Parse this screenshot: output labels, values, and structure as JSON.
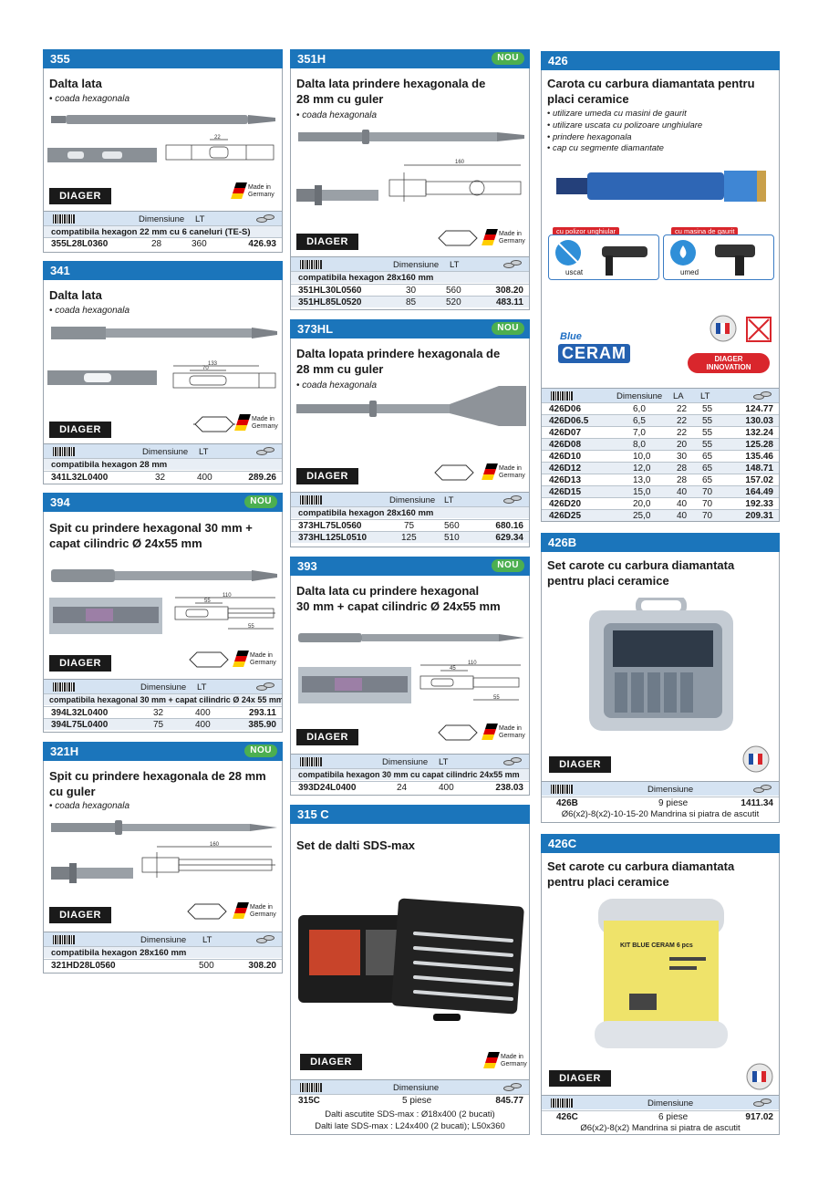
{
  "c355": {
    "code": "355",
    "title": "Dalta lata",
    "bullet": "coada hexagonala",
    "brand": "DIAGER",
    "made": [
      "Made in",
      "Germany"
    ],
    "hdr_dim": "Dimensiune",
    "hdr_lt": "LT",
    "compat": "compatibila hexagon 22 mm cu 6 caneluri (TE-S)",
    "rows": [
      {
        "code": "355L28L0360",
        "dim": "28",
        "lt": "360",
        "price": "426.93"
      }
    ]
  },
  "c341": {
    "code": "341",
    "title": "Dalta lata",
    "bullet": "coada hexagonala",
    "brand": "DIAGER",
    "made": [
      "Made in",
      "Germany"
    ],
    "hdr_dim": "Dimensiune",
    "hdr_lt": "LT",
    "compat": "compatibila hexagon 28 mm",
    "rows": [
      {
        "code": "341L32L0400",
        "dim": "32",
        "lt": "400",
        "price": "289.26"
      }
    ]
  },
  "c394": {
    "code": "394",
    "badge": "NOU",
    "title1": "Spit cu prindere hexagonal 30 mm +",
    "title2": "capat cilindric Ø 24x55 mm",
    "brand": "DIAGER",
    "made": [
      "Made in",
      "Germany"
    ],
    "hdr_dim": "Dimensiune",
    "hdr_lt": "LT",
    "compat": "compatibila hexagonal 30 mm + capat cilindric Ø 24x 55 mm",
    "rows": [
      {
        "code": "394L32L0400",
        "dim": "32",
        "lt": "400",
        "price": "293.11"
      },
      {
        "code": "394L75L0400",
        "dim": "75",
        "lt": "400",
        "price": "385.90"
      }
    ]
  },
  "c321h": {
    "code": "321H",
    "badge": "NOU",
    "title1": "Spit cu prindere hexagonala de 28 mm",
    "title2": "cu guler",
    "bullet": "coada hexagonala",
    "brand": "DIAGER",
    "made": [
      "Made in",
      "Germany"
    ],
    "hdr_dim": "Dimensiune",
    "hdr_lt": "LT",
    "compat": "compatibila hexagon 28x160 mm",
    "rows": [
      {
        "code": "321HD28L0560",
        "dim": "",
        "lt": "500",
        "price": "308.20"
      }
    ]
  },
  "c351h": {
    "code": "351H",
    "badge": "NOU",
    "title1": "Dalta lata prindere hexagonala de",
    "title2": "28 mm cu guler",
    "bullet": "coada hexagonala",
    "brand": "DIAGER",
    "made": [
      "Made in",
      "Germany"
    ],
    "hdr_dim": "Dimensiune",
    "hdr_lt": "LT",
    "compat": "compatibila hexagon 28x160 mm",
    "rows": [
      {
        "code": "351HL30L0560",
        "dim": "30",
        "lt": "560",
        "price": "308.20"
      },
      {
        "code": "351HL85L0520",
        "dim": "85",
        "lt": "520",
        "price": "483.11"
      }
    ]
  },
  "c373hl": {
    "code": "373HL",
    "badge": "NOU",
    "title1": "Dalta lopata prindere hexagonala de",
    "title2": "28 mm cu guler",
    "bullet": "coada hexagonala",
    "brand": "DIAGER",
    "made": [
      "Made in",
      "Germany"
    ],
    "hdr_dim": "Dimensiune",
    "hdr_lt": "LT",
    "compat": "compatibila hexagon 28x160 mm",
    "rows": [
      {
        "code": "373HL75L0560",
        "dim": "75",
        "lt": "560",
        "price": "680.16"
      },
      {
        "code": "373HL125L0510",
        "dim": "125",
        "lt": "510",
        "price": "629.34"
      }
    ]
  },
  "c393": {
    "code": "393",
    "badge": "NOU",
    "title1": "Dalta lata cu prindere hexagonal",
    "title2": "30 mm + capat cilindric Ø 24x55 mm",
    "brand": "DIAGER",
    "made": [
      "Made in",
      "Germany"
    ],
    "hdr_dim": "Dimensiune",
    "hdr_lt": "LT",
    "compat": "compatibila hexagon 30 mm cu capat cilindric 24x55 mm",
    "rows": [
      {
        "code": "393D24L0400",
        "dim": "24",
        "lt": "400",
        "price": "238.03"
      }
    ]
  },
  "c315c": {
    "code": "315 C",
    "title": "Set de dalti SDS-max",
    "brand": "DIAGER",
    "made": [
      "Made in",
      "Germany"
    ],
    "hdr_dim": "Dimensiune",
    "rows": [
      {
        "code": "315C",
        "dim": "5 piese",
        "price": "845.77"
      }
    ],
    "note1": "Dalti ascutite SDS-max : Ø18x400 (2 bucati)",
    "note2": "Dalti late SDS-max : L24x400 (2 bucati); L50x360"
  },
  "c426": {
    "code": "426",
    "title1": "Carota cu carbura diamantata pentru",
    "title2": "placi ceramice",
    "bullets": [
      "utilizare umeda cu masini de gaurit",
      "utilizare uscata cu polizoare unghiulare",
      "prindere hexagonala",
      "cap cu segmente diamantate"
    ],
    "tag_angle": "cu polizor unghiular",
    "tag_drill": "cu masina de gaurit",
    "dry": "uscat",
    "wet": "umed",
    "logo_blue": "Blue",
    "logo_ceram": "CERAM",
    "innov_brand": "DIAGER",
    "innov": "INNOVATION",
    "hdr_dim": "Dimensiune",
    "hdr_la": "LA",
    "hdr_lt": "LT",
    "rows": [
      {
        "code": "426D06",
        "dim": "6,0",
        "la": "22",
        "lt": "55",
        "price": "124.77"
      },
      {
        "code": "426D06.5",
        "dim": "6,5",
        "la": "22",
        "lt": "55",
        "price": "130.03"
      },
      {
        "code": "426D07",
        "dim": "7,0",
        "la": "22",
        "lt": "55",
        "price": "132.24"
      },
      {
        "code": "426D08",
        "dim": "8,0",
        "la": "20",
        "lt": "55",
        "price": "125.28"
      },
      {
        "code": "426D10",
        "dim": "10,0",
        "la": "30",
        "lt": "65",
        "price": "135.46"
      },
      {
        "code": "426D12",
        "dim": "12,0",
        "la": "28",
        "lt": "65",
        "price": "148.71"
      },
      {
        "code": "426D13",
        "dim": "13,0",
        "la": "28",
        "lt": "65",
        "price": "157.02"
      },
      {
        "code": "426D15",
        "dim": "15,0",
        "la": "40",
        "lt": "70",
        "price": "164.49"
      },
      {
        "code": "426D20",
        "dim": "20,0",
        "la": "40",
        "lt": "70",
        "price": "192.33"
      },
      {
        "code": "426D25",
        "dim": "25,0",
        "la": "40",
        "lt": "70",
        "price": "209.31"
      }
    ]
  },
  "c426b": {
    "code": "426B",
    "title1": "Set carote cu carbura diamantata",
    "title2": "pentru placi ceramice",
    "brand": "DIAGER",
    "hdr_dim": "Dimensiune",
    "rows": [
      {
        "code": "426B",
        "dim": "9 piese",
        "price": "1411.34"
      }
    ],
    "note": "Ø6(x2)-8(x2)-10-15-20 Mandrina si piatra de ascutit"
  },
  "c426c": {
    "code": "426C",
    "title1": "Set carote cu carbura diamantata",
    "title2": "pentru placi ceramice",
    "brand": "DIAGER",
    "kit": "KIT BLUE CERAM 6 pcs",
    "hdr_dim": "Dimensiune",
    "rows": [
      {
        "code": "426C",
        "dim": "6 piese",
        "price": "917.02"
      }
    ],
    "note": "Ø6(x2)-8(x2) Mandrina si piatra de ascutit"
  }
}
